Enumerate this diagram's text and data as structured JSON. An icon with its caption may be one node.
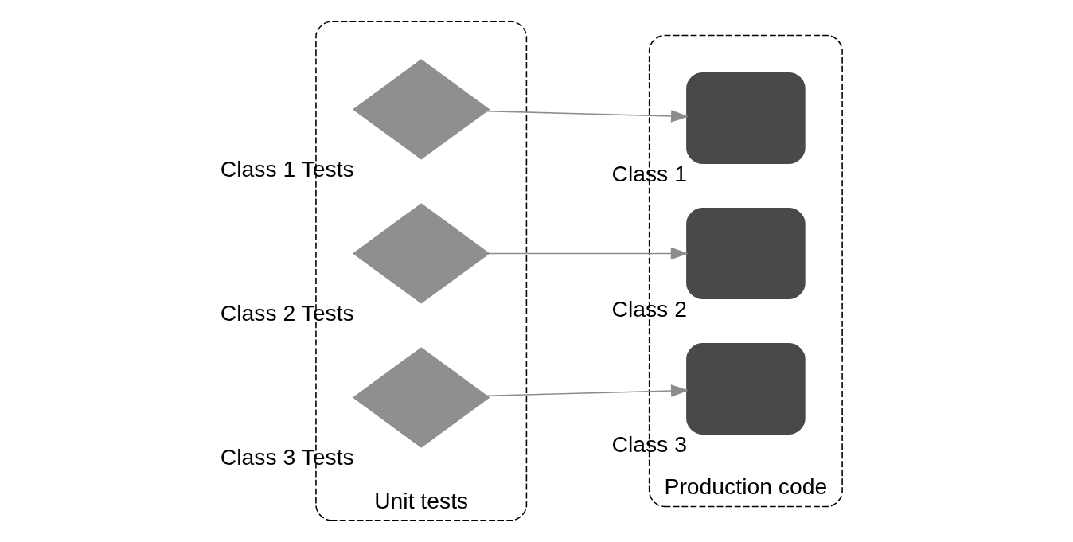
{
  "diagram": {
    "nodes": [
      {
        "text": [
          "Unit tests"
        ]
      },
      {
        "text": [
          "Class 1 Tests"
        ],
        "in": 0
      },
      {
        "text": [
          "Class 2 Tests"
        ],
        "in": 0
      },
      {
        "text": [
          "Class 3 Tests"
        ],
        "in": 0
      },
      {
        "text": [
          "Production code"
        ]
      },
      {
        "text": [
          "Class 1"
        ],
        "in": 4
      },
      {
        "text": [
          "Class 2"
        ],
        "in": 4
      },
      {
        "text": [
          "Class 3"
        ],
        "in": 4
      }
    ],
    "edges": [
      {
        "from": 1,
        "to": 5,
        "arrow": "to"
      },
      {
        "from": 2,
        "to": 6,
        "arrow": "to"
      },
      {
        "from": 3,
        "to": 7,
        "arrow": "to"
      }
    ]
  }
}
